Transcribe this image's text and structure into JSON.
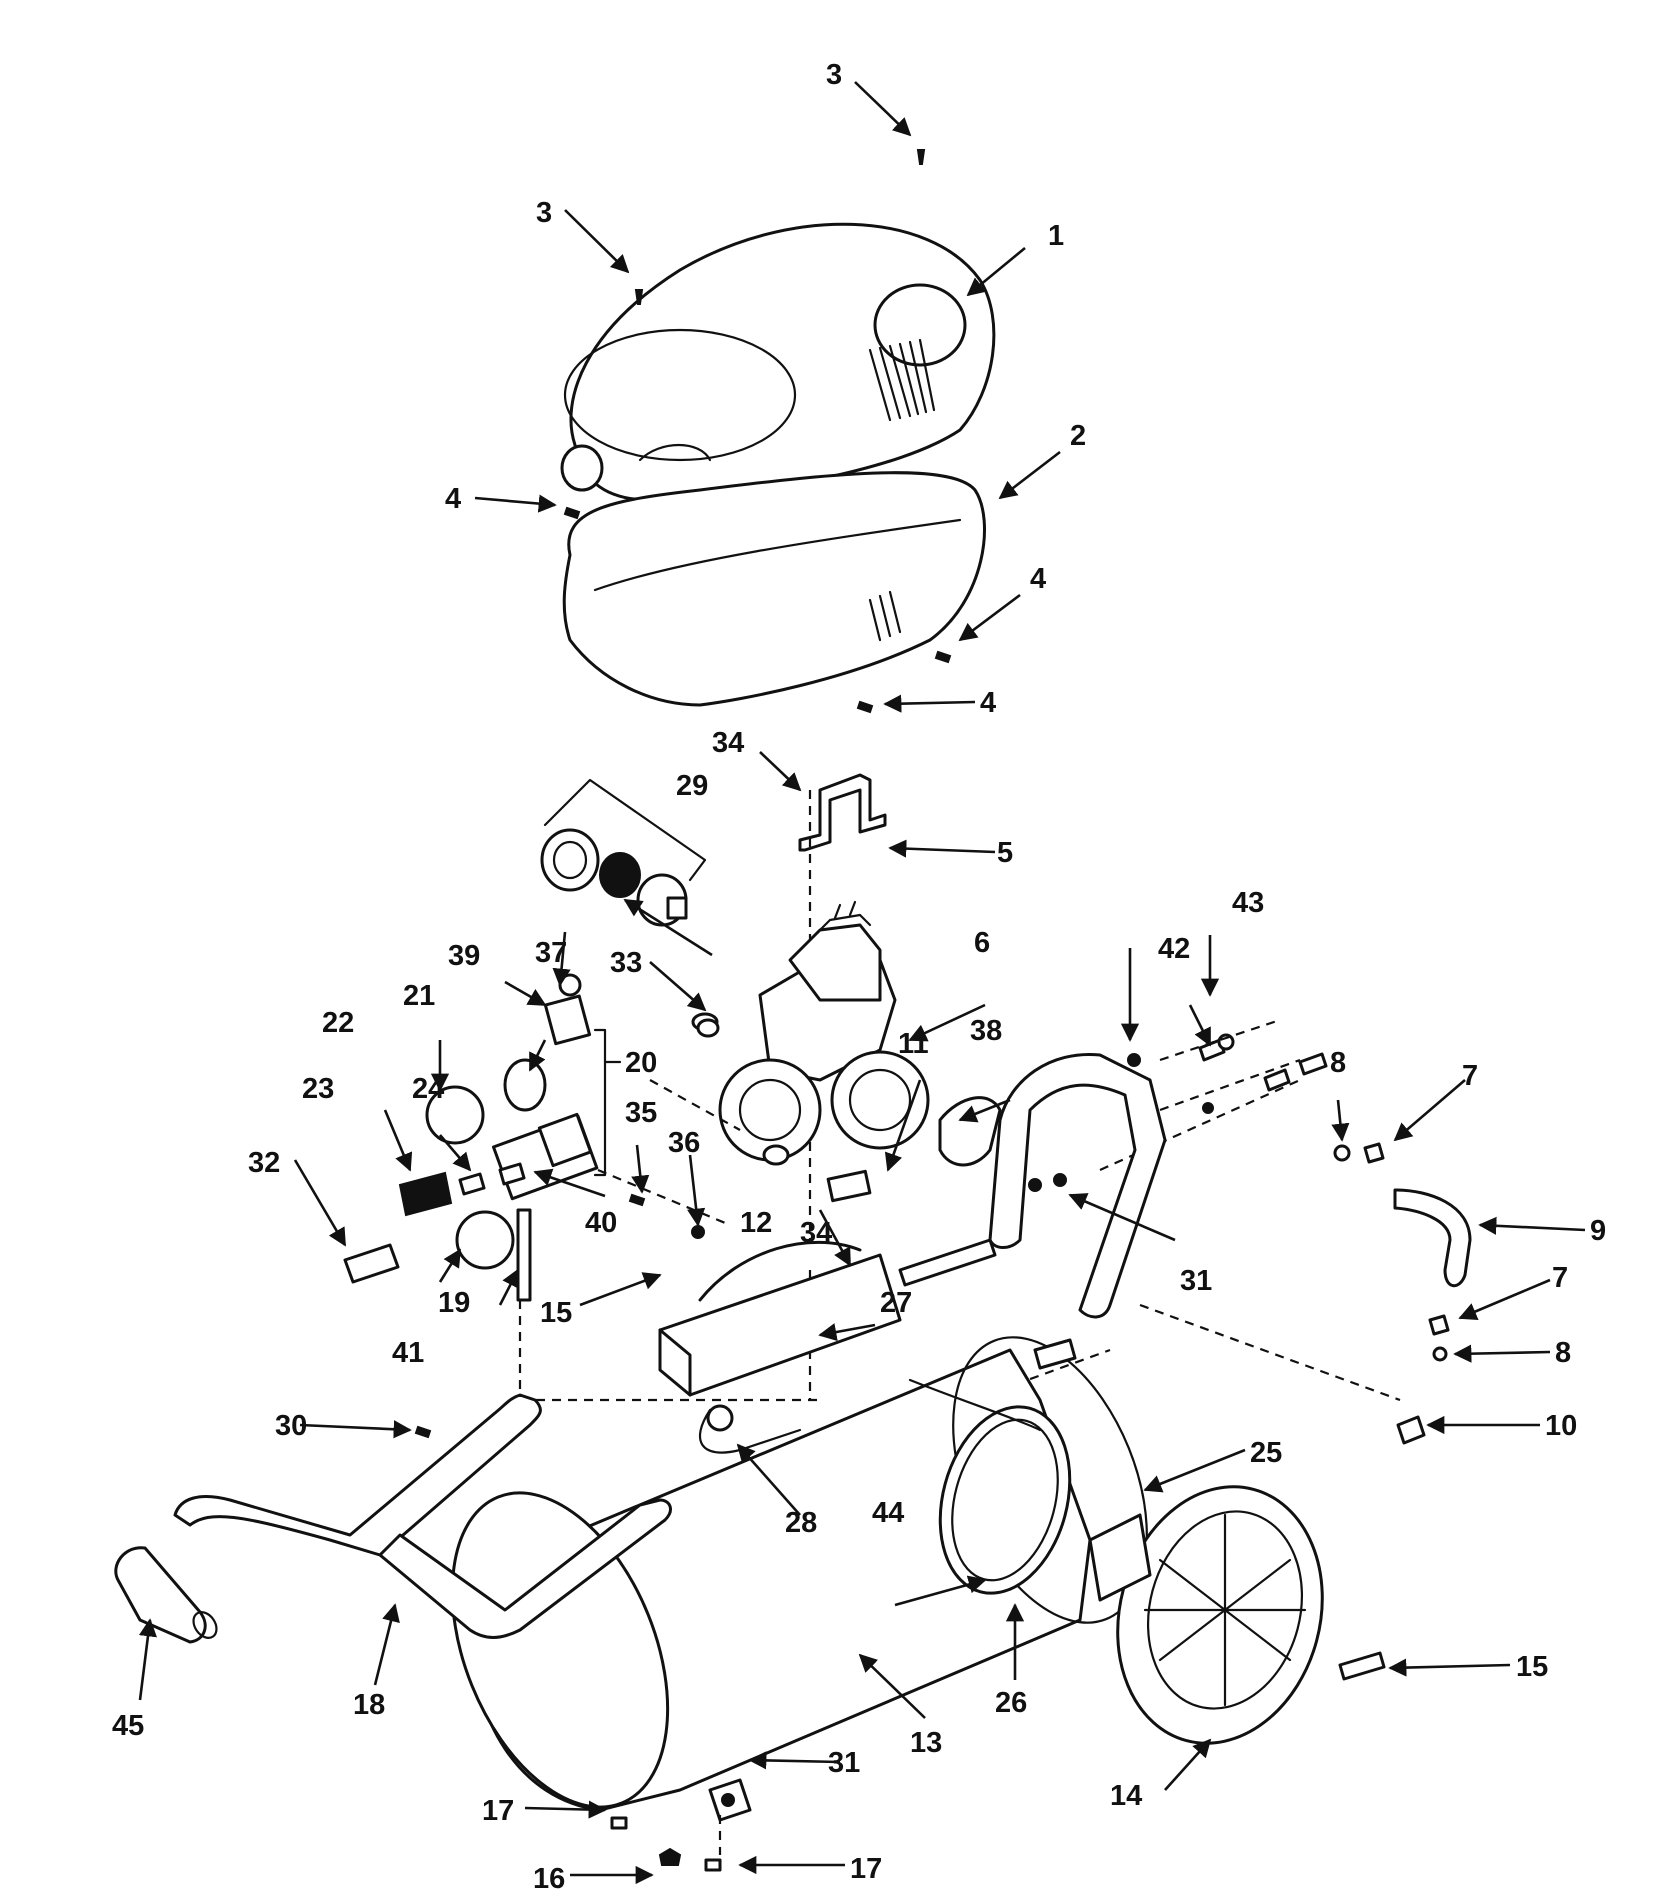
{
  "callouts": [
    {
      "id": "c1",
      "text": "1"
    },
    {
      "id": "c2",
      "text": "2"
    },
    {
      "id": "c3a",
      "text": "3"
    },
    {
      "id": "c3b",
      "text": "3"
    },
    {
      "id": "c4a",
      "text": "4"
    },
    {
      "id": "c4b",
      "text": "4"
    },
    {
      "id": "c4c",
      "text": "4"
    },
    {
      "id": "c5",
      "text": "5"
    },
    {
      "id": "c6",
      "text": "6"
    },
    {
      "id": "c7a",
      "text": "7"
    },
    {
      "id": "c7b",
      "text": "7"
    },
    {
      "id": "c8a",
      "text": "8"
    },
    {
      "id": "c8b",
      "text": "8"
    },
    {
      "id": "c9",
      "text": "9"
    },
    {
      "id": "c10",
      "text": "10"
    },
    {
      "id": "c11",
      "text": "11"
    },
    {
      "id": "c12",
      "text": "12"
    },
    {
      "id": "c13",
      "text": "13"
    },
    {
      "id": "c14",
      "text": "14"
    },
    {
      "id": "c15a",
      "text": "15"
    },
    {
      "id": "c15b",
      "text": "15"
    },
    {
      "id": "c16",
      "text": "16"
    },
    {
      "id": "c17a",
      "text": "17"
    },
    {
      "id": "c17b",
      "text": "17"
    },
    {
      "id": "c18",
      "text": "18"
    },
    {
      "id": "c19",
      "text": "19"
    },
    {
      "id": "c20",
      "text": "20"
    },
    {
      "id": "c21",
      "text": "21"
    },
    {
      "id": "c22",
      "text": "22"
    },
    {
      "id": "c23",
      "text": "23"
    },
    {
      "id": "c24",
      "text": "24"
    },
    {
      "id": "c25",
      "text": "25"
    },
    {
      "id": "c26",
      "text": "26"
    },
    {
      "id": "c27",
      "text": "27"
    },
    {
      "id": "c28",
      "text": "28"
    },
    {
      "id": "c29",
      "text": "29"
    },
    {
      "id": "c30",
      "text": "30"
    },
    {
      "id": "c31a",
      "text": "31"
    },
    {
      "id": "c31b",
      "text": "31"
    },
    {
      "id": "c32",
      "text": "32"
    },
    {
      "id": "c33",
      "text": "33"
    },
    {
      "id": "c34a",
      "text": "34"
    },
    {
      "id": "c34b",
      "text": "34"
    },
    {
      "id": "c35",
      "text": "35"
    },
    {
      "id": "c36",
      "text": "36"
    },
    {
      "id": "c37",
      "text": "37"
    },
    {
      "id": "c38",
      "text": "38"
    },
    {
      "id": "c39",
      "text": "39"
    },
    {
      "id": "c40",
      "text": "40"
    },
    {
      "id": "c41",
      "text": "41"
    },
    {
      "id": "c42",
      "text": "42"
    },
    {
      "id": "c43",
      "text": "43"
    },
    {
      "id": "c44",
      "text": "44"
    },
    {
      "id": "c45",
      "text": "45"
    }
  ]
}
